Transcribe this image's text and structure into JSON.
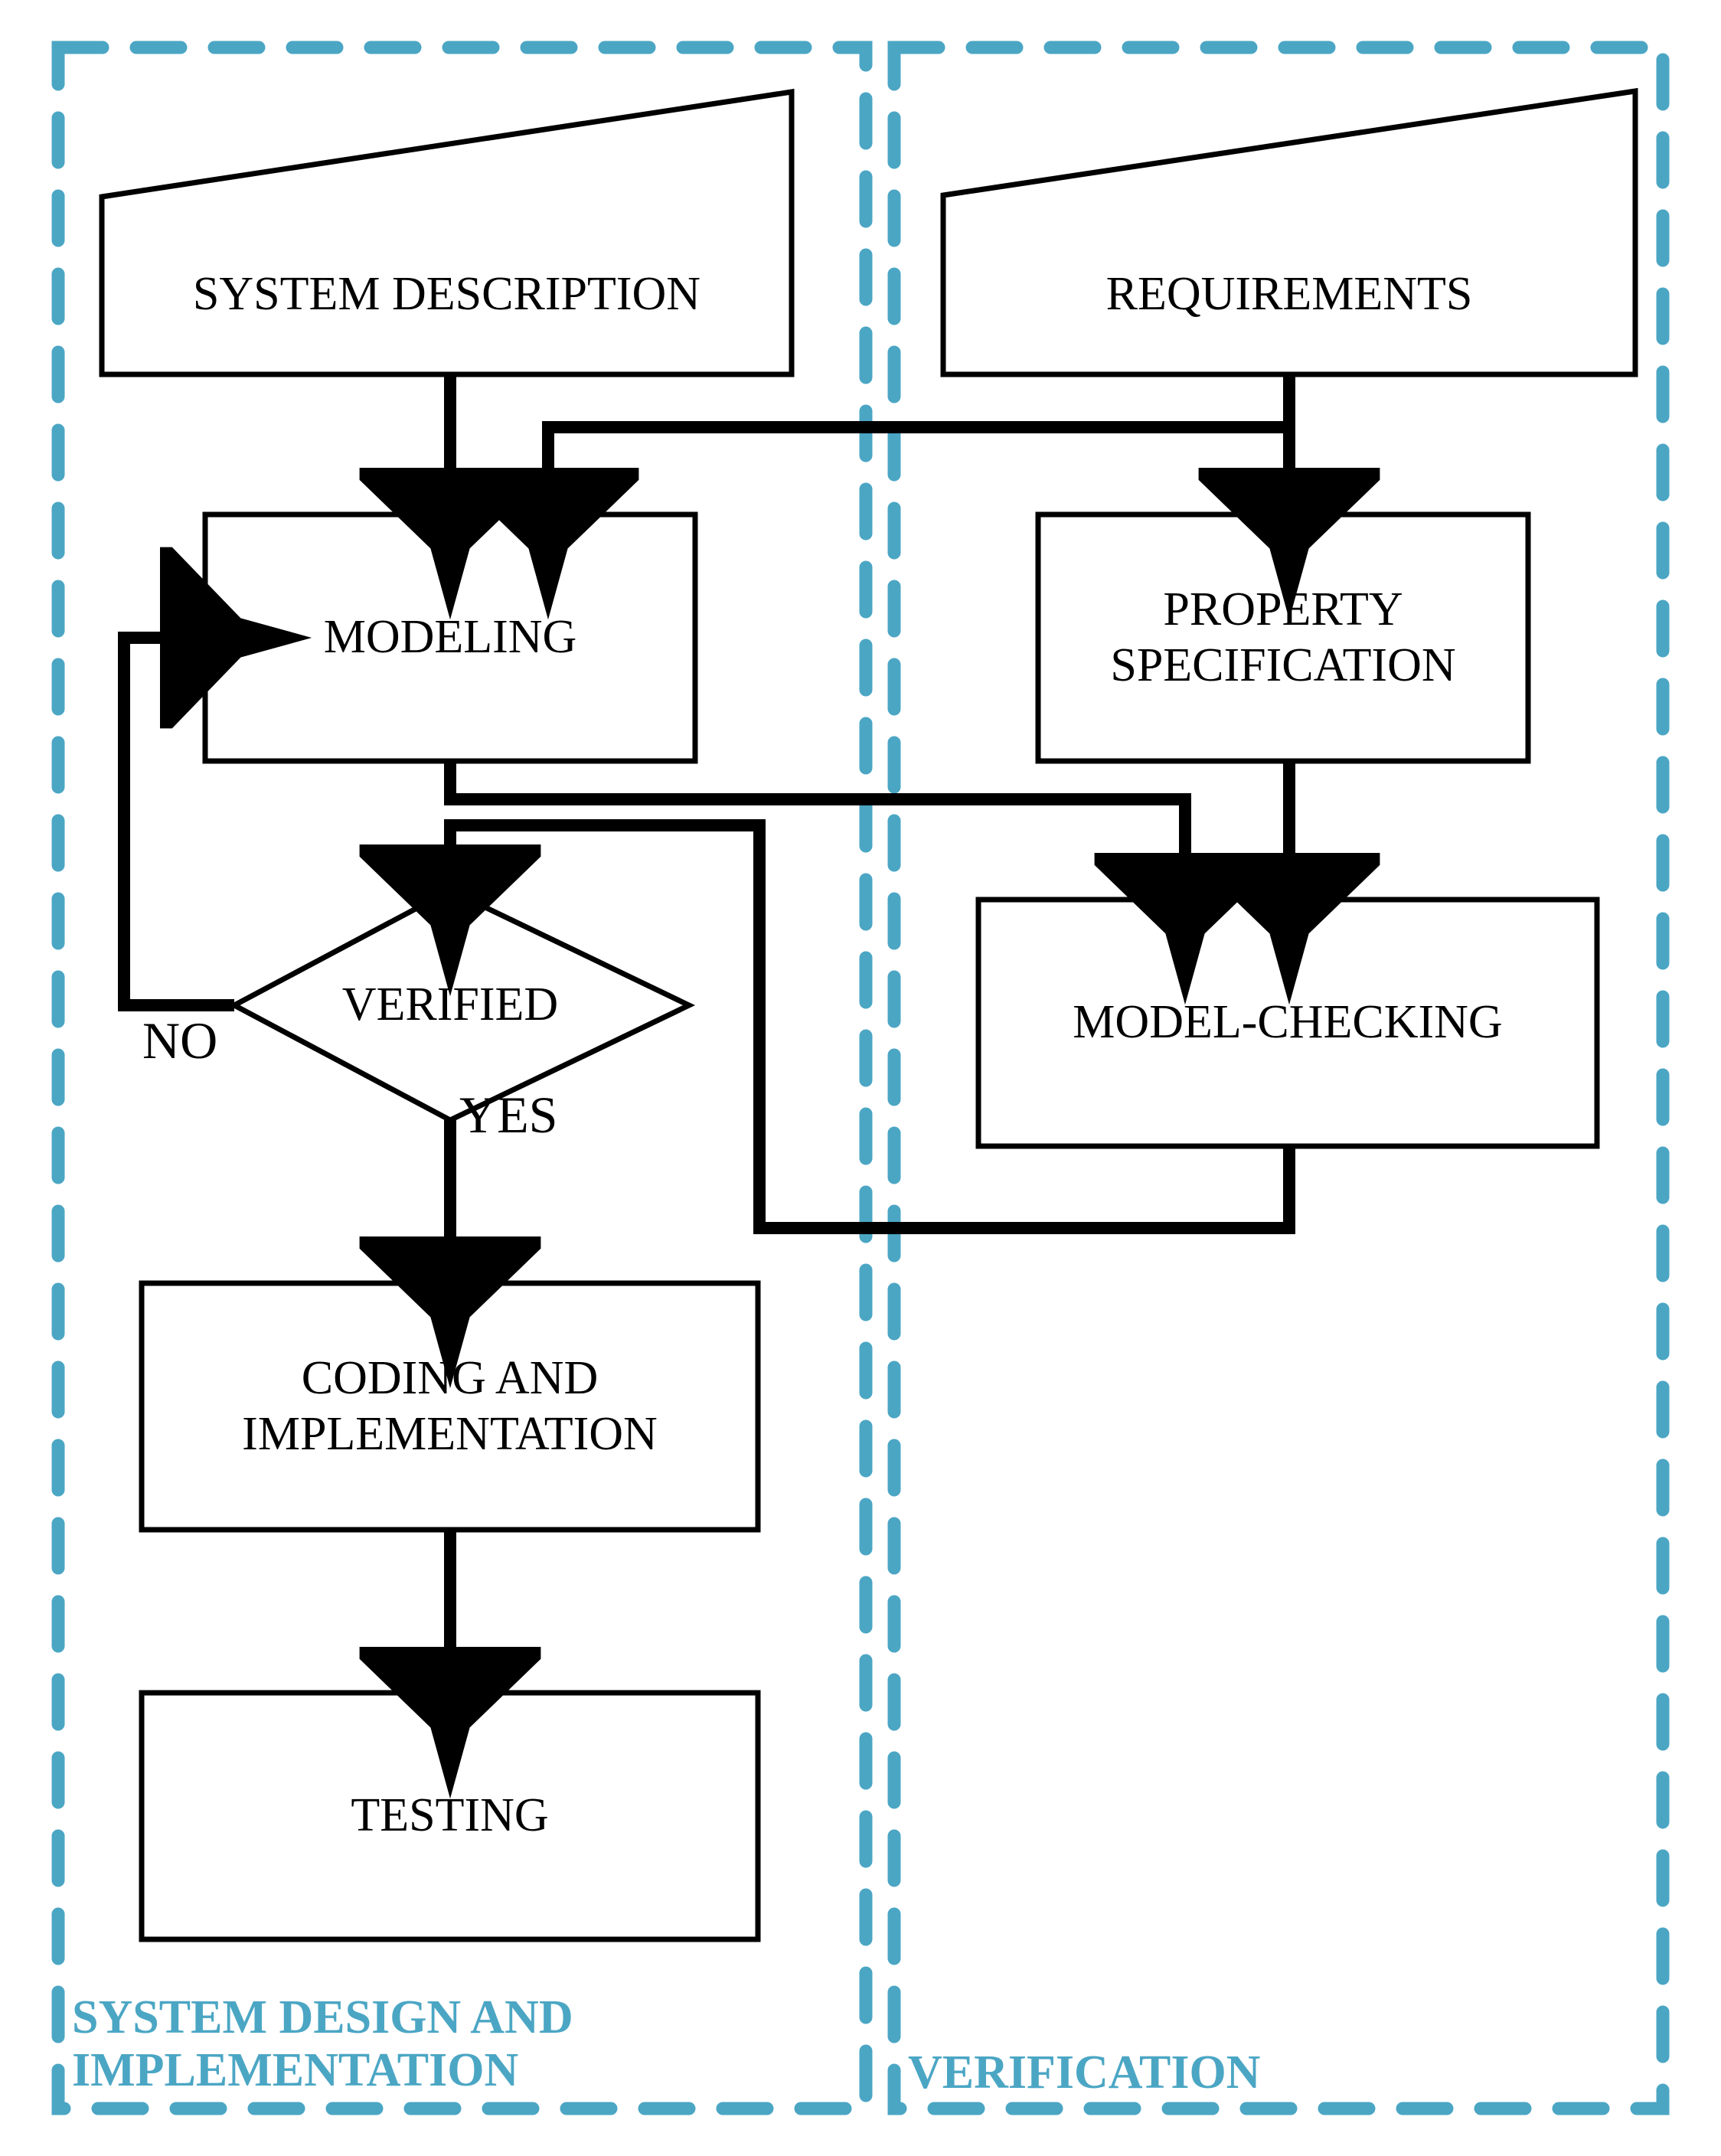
{
  "diagram": {
    "title": "Model checking based system design and verification workflow",
    "colors": {
      "stroke": "#000000",
      "fill": "#ffffff",
      "group_accent": "#4BA6C4",
      "background": "#ffffff"
    },
    "groups": [
      {
        "id": "system-design",
        "label": "SYSTEM DESIGN AND\nIMPLEMENTATION",
        "color": "#4BA6C4"
      },
      {
        "id": "verification",
        "label": "VERIFICATION",
        "color": "#4BA6C4"
      }
    ],
    "nodes": [
      {
        "id": "system-description",
        "label": "SYSTEM DESCRIPTION",
        "shape": "document-trapezoid",
        "group": "system-design"
      },
      {
        "id": "requirements",
        "label": "REQUIREMENTS",
        "shape": "document-trapezoid",
        "group": "verification"
      },
      {
        "id": "modeling",
        "label": "MODELING",
        "shape": "rectangle",
        "group": "system-design"
      },
      {
        "id": "property-spec",
        "label": "PROPERTY\nSPECIFICATION",
        "shape": "rectangle",
        "group": "verification"
      },
      {
        "id": "verified",
        "label": "VERIFIED",
        "shape": "diamond",
        "group": "system-design"
      },
      {
        "id": "model-checking",
        "label": "MODEL-CHECKING",
        "shape": "rectangle",
        "group": "verification"
      },
      {
        "id": "coding",
        "label": "CODING AND\nIMPLEMENTATION",
        "shape": "rectangle",
        "group": "system-design"
      },
      {
        "id": "testing",
        "label": "TESTING",
        "shape": "rectangle",
        "group": "system-design"
      }
    ],
    "edges": [
      {
        "from": "system-description",
        "to": "modeling",
        "label": ""
      },
      {
        "from": "requirements",
        "to": "modeling",
        "label": ""
      },
      {
        "from": "requirements",
        "to": "property-spec",
        "label": ""
      },
      {
        "from": "modeling",
        "to": "model-checking",
        "label": ""
      },
      {
        "from": "property-spec",
        "to": "model-checking",
        "label": ""
      },
      {
        "from": "model-checking",
        "to": "verified",
        "label": ""
      },
      {
        "from": "verified",
        "to": "modeling",
        "label": "NO"
      },
      {
        "from": "verified",
        "to": "coding",
        "label": "YES"
      },
      {
        "from": "coding",
        "to": "testing",
        "label": ""
      }
    ],
    "edge_labels": {
      "no": "NO",
      "yes": "YES"
    }
  }
}
